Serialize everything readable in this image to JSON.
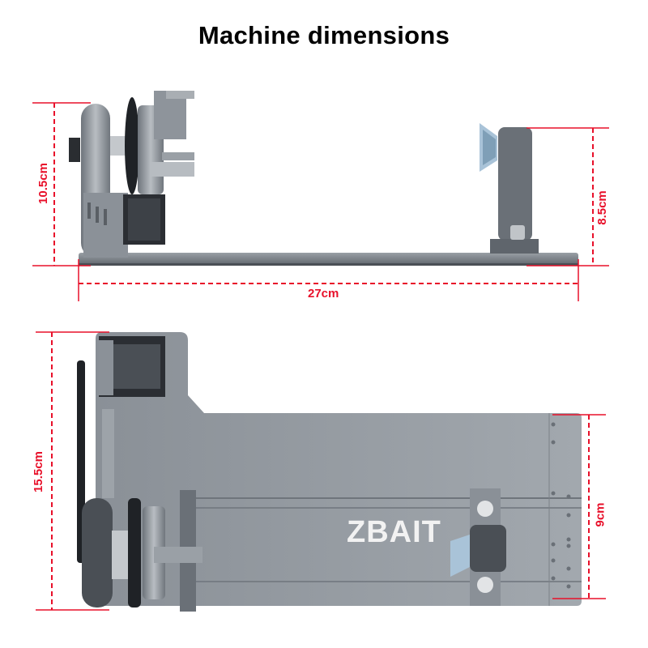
{
  "title": "Machine dimensions",
  "side_view": {
    "height_left": "10.5cm",
    "height_right": "8.5cm",
    "length": "27cm"
  },
  "top_view": {
    "depth_left": "15.5cm",
    "width_right": "9cm",
    "brand_text": "ZBAIT"
  },
  "colors": {
    "dimension_red": "#e8102a",
    "metal_gray": "#8f959c",
    "dark_metal": "#3c4046",
    "background": "#ffffff"
  }
}
